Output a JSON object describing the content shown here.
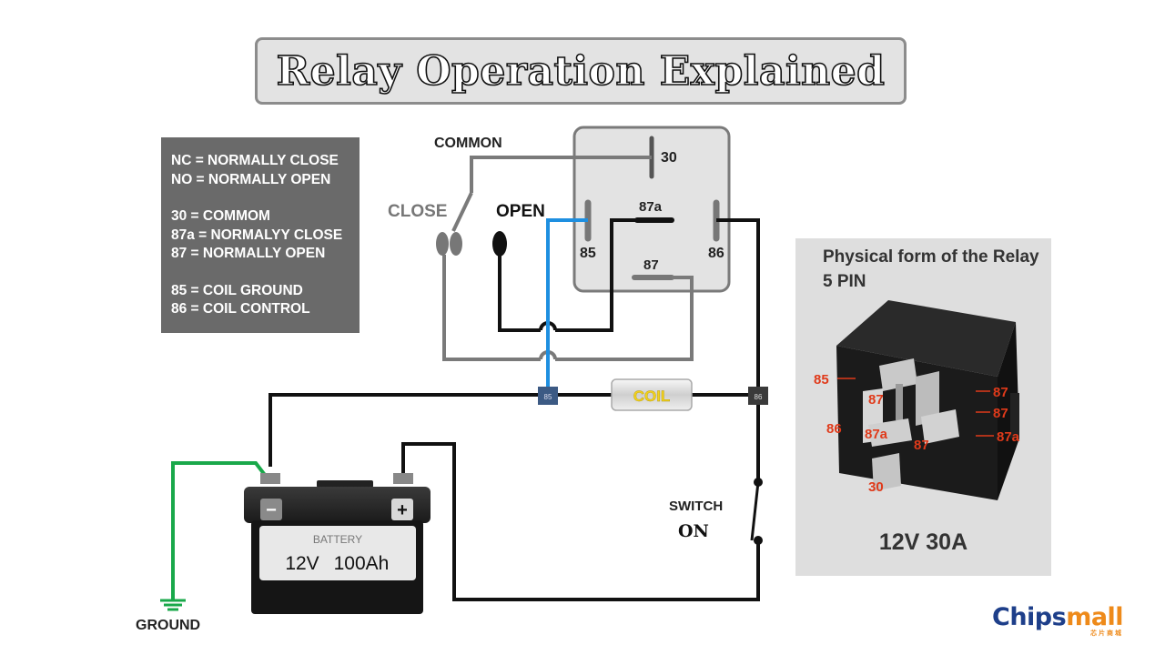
{
  "title": "Relay Operation Explained",
  "legend": {
    "line1": "NC = NORMALLY CLOSE",
    "line2": "NO = NORMALLY OPEN",
    "line3": "30 = COMMOM",
    "line4": "87a = NORMALYY CLOSE",
    "line5": "87 = NORMALLY OPEN",
    "line6": "85 = COIL GROUND",
    "line7": "86 = COIL CONTROL"
  },
  "diagram": {
    "common": "COMMON",
    "close": "CLOSE",
    "open": "OPEN",
    "pin30": "30",
    "pin87a": "87a",
    "pin85": "85",
    "pin86": "86",
    "pin87": "87",
    "term85": "85",
    "term86": "86",
    "coil": "COIL",
    "switch": "SWITCH",
    "switch_state": "ON",
    "ground": "GROUND",
    "battery_label": "BATTERY",
    "battery_volt": "12V",
    "battery_cap": "100Ah",
    "minus": "−",
    "plus": "+"
  },
  "physical": {
    "title": "Physical form of the Relay 5 PIN",
    "rating": "12V 30A",
    "pin_labels": [
      "85",
      "87",
      "86",
      "87a",
      "87",
      "30",
      "87",
      "87",
      "87a"
    ]
  },
  "brand": {
    "chips": "Chipsmall",
    "mall": "mall",
    "sub": "芯片商城"
  },
  "colors": {
    "wire_black": "#111111",
    "wire_gray": "#7a7a7a",
    "wire_blue": "#1e8fe0",
    "wire_green": "#19a84a",
    "coil_text": "#f2d21b",
    "terminal_fill": "#3c5a84",
    "pin_label_red": "#e03a1a"
  }
}
